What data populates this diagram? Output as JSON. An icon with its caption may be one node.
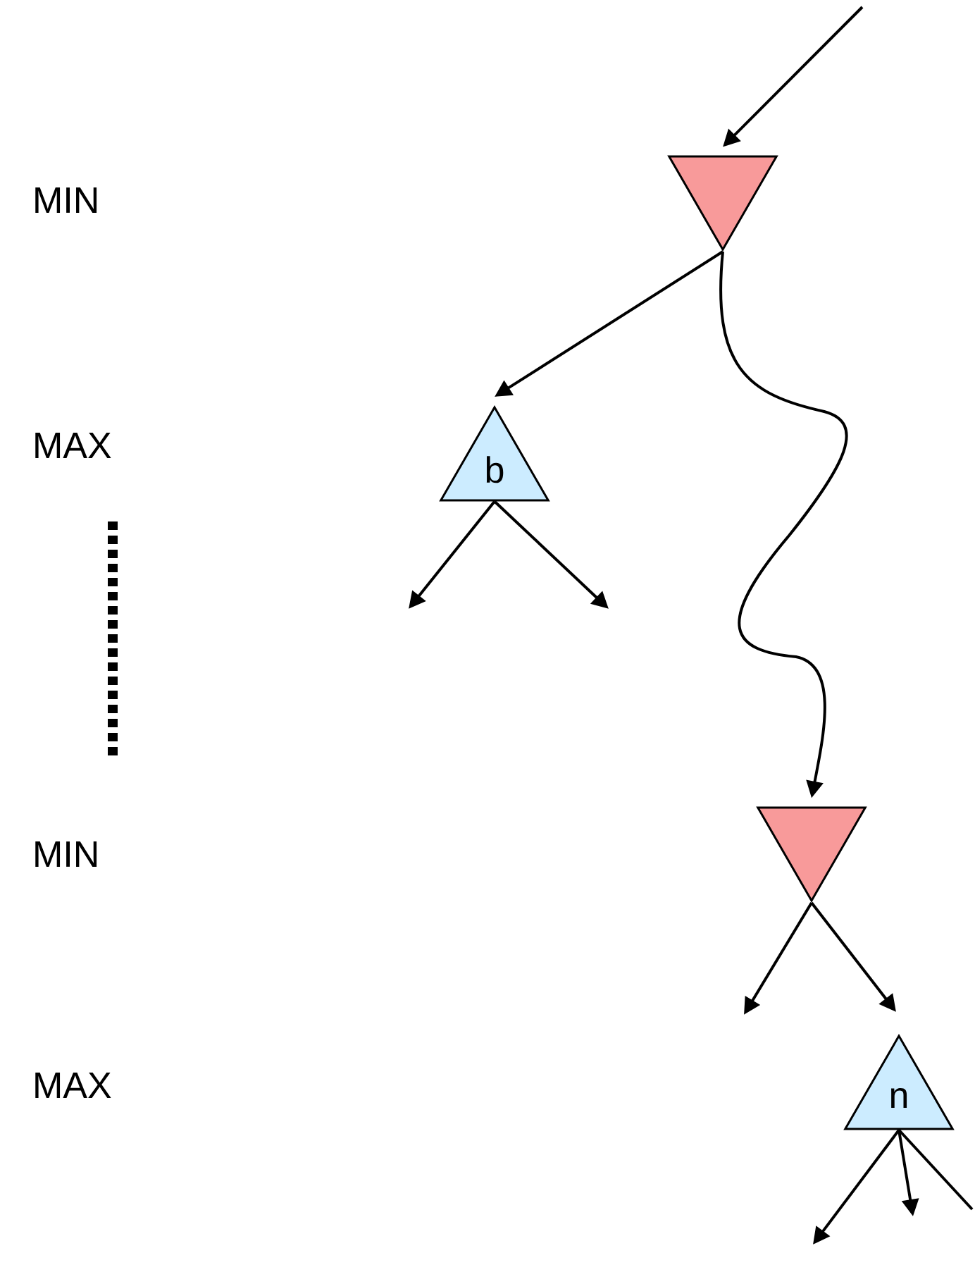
{
  "diagram": {
    "nodes": [
      {
        "text": [],
        "shape": "triangle"
      },
      {
        "text": [
          "b"
        ]
      },
      {
        "text": [],
        "shape": "triangle"
      },
      {
        "text": [
          "n"
        ]
      }
    ],
    "edges": [
      {
        "from": null,
        "to": 0,
        "arrow": "to"
      },
      {
        "from": 0,
        "to": 1,
        "arrow": "to"
      },
      {
        "from": 0,
        "to": 2,
        "arrow": "to"
      },
      {
        "from": 1,
        "to": null,
        "arrow": "to"
      },
      {
        "from": 1,
        "to": null,
        "arrow": "to"
      },
      {
        "from": 2,
        "to": null,
        "arrow": "to"
      },
      {
        "from": 2,
        "to": null,
        "arrow": "to"
      },
      {
        "from": 3,
        "to": null,
        "arrow": "to"
      },
      {
        "from": 3,
        "to": null,
        "arrow": "to"
      },
      {
        "from": 3,
        "to": null,
        "arrow": "none"
      }
    ],
    "labels": [
      "MIN",
      "MAX",
      "MIN",
      "MAX"
    ]
  }
}
